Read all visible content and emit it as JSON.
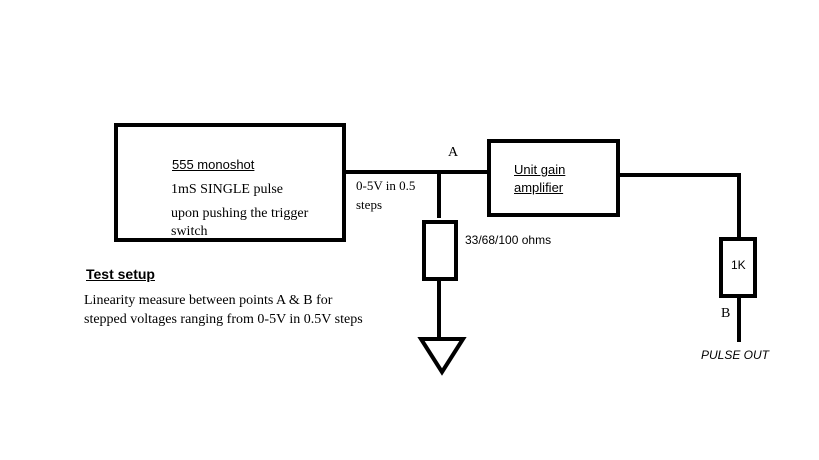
{
  "colors": {
    "background": "#ffffff",
    "ink": "#000000"
  },
  "monoshot": {
    "title": "555 monoshot",
    "line1": "1mS  SINGLE pulse",
    "line2": "upon pushing the trigger",
    "line3": "switch"
  },
  "input": {
    "line1": "0-5V in 0.5",
    "line2": "steps"
  },
  "nodes": {
    "a": "A",
    "b": "B"
  },
  "amplifier": {
    "line1": "Unit gain",
    "line2": "amplifier"
  },
  "load_resistor": {
    "label": "33/68/100 ohms"
  },
  "output_resistor": {
    "label": "1K"
  },
  "output": {
    "label": "PULSE OUT"
  },
  "setup": {
    "heading": "Test setup",
    "line1": "Linearity measure between points A & B for",
    "line2": "stepped voltages ranging from 0-5V in 0.5V steps"
  }
}
